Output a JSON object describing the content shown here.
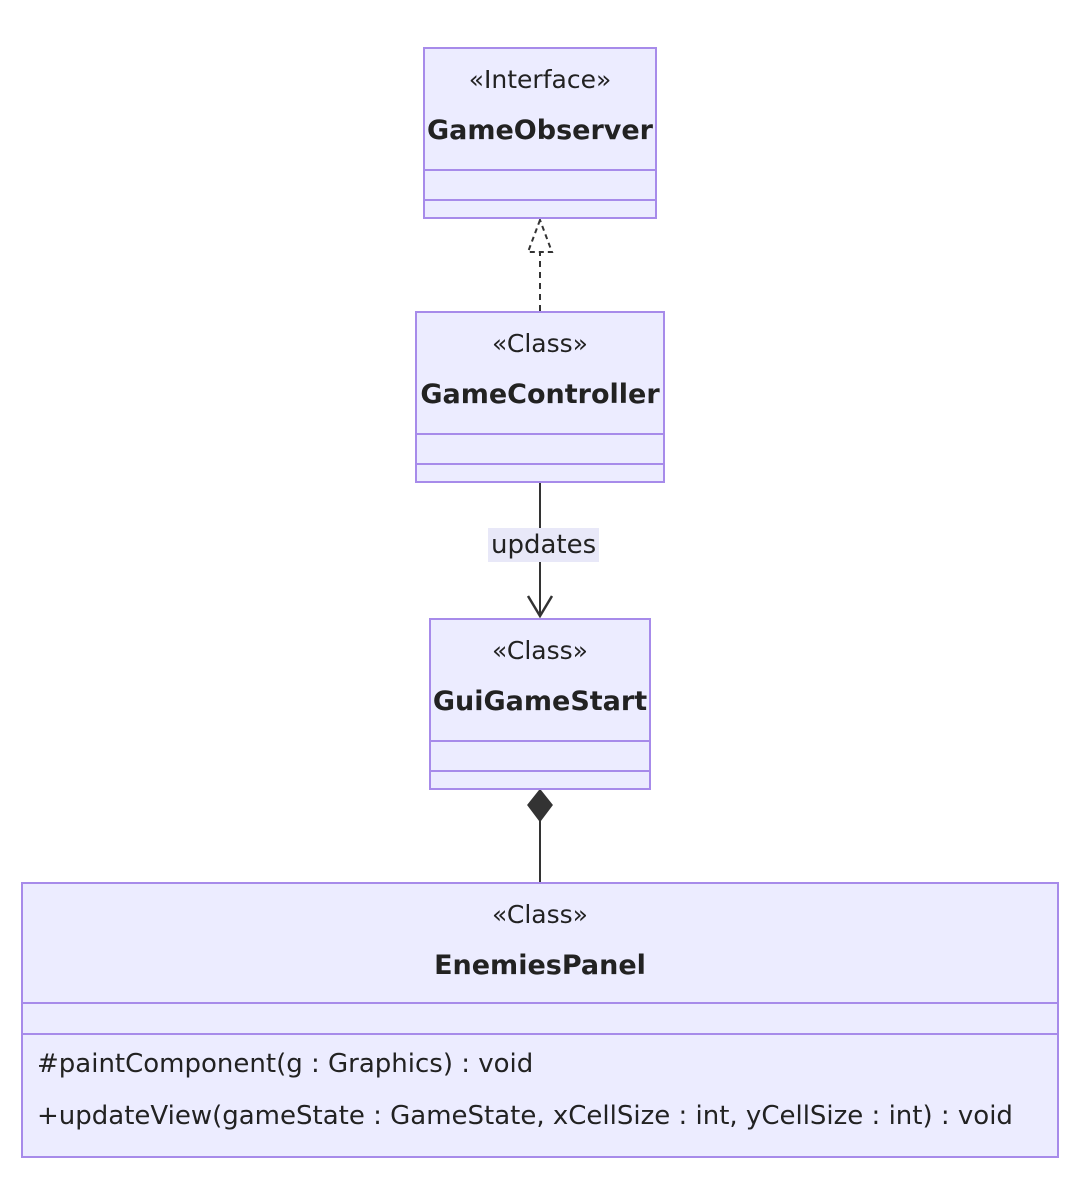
{
  "classes": {
    "game_observer": {
      "stereotype": "«Interface»",
      "name": "GameObserver",
      "attributes": [],
      "methods": []
    },
    "game_controller": {
      "stereotype": "«Class»",
      "name": "GameController",
      "attributes": [],
      "methods": []
    },
    "gui_game_start": {
      "stereotype": "«Class»",
      "name": "GuiGameStart",
      "attributes": [],
      "methods": []
    },
    "enemies_panel": {
      "stereotype": "«Class»",
      "name": "EnemiesPanel",
      "attributes": [],
      "methods": [
        "#paintComponent(g : Graphics) : void",
        "+updateView(gameState : GameState, xCellSize : int, yCellSize : int) : void"
      ]
    }
  },
  "relations": {
    "realization": {
      "from": "GameController",
      "to": "GameObserver",
      "kind": "realization"
    },
    "association": {
      "from": "GameController",
      "to": "GuiGameStart",
      "kind": "association",
      "label": "updates"
    },
    "composition": {
      "from": "GuiGameStart",
      "to": "EnemiesPanel",
      "kind": "composition"
    }
  },
  "colors": {
    "box_fill": "#ececff",
    "box_border": "#a78bea",
    "line": "#333333",
    "label_bg": "#e8e8f8"
  }
}
